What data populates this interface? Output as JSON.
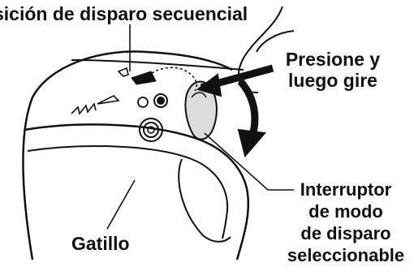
{
  "labels": {
    "sequential_fire_position": "sición de disparo secuencial",
    "press_and_turn": [
      "Presione y",
      "luego gire"
    ],
    "trigger": "Gatillo",
    "selectable_mode_switch": [
      "Interruptor",
      "de modo",
      "de disparo",
      "seleccionable"
    ]
  },
  "colors": {
    "ink": "#111111",
    "shade": "#dcdcdc",
    "background": "#ffffff"
  }
}
